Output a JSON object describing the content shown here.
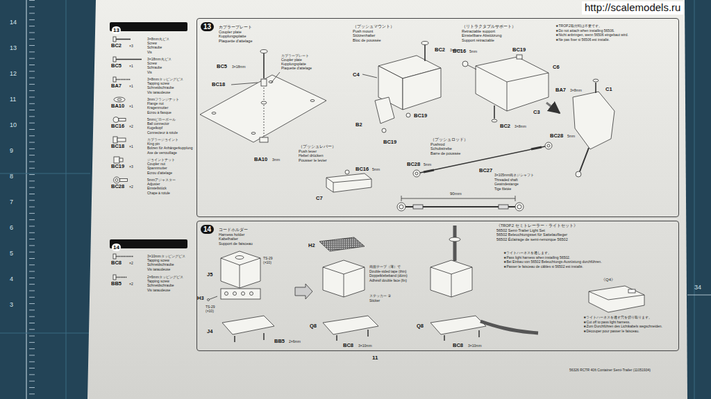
{
  "diagram": {
    "nodes": [
      {
        "text": [
          "13"
        ]
      },
      {
        "text": [
          "13"
        ]
      },
      {
        "text": [
          "14"
        ]
      },
      {
        "text": [
          "14"
        ]
      }
    ],
    "labels": [
      "http://scalemodels.ru",
      "14",
      "13",
      "12",
      "11",
      "10",
      "9",
      "8",
      "7",
      "6",
      "5",
      "4",
      "3",
      "34",
      "BC2",
      "×3",
      "3×8mm丸ビス",
      "Screw",
      "Schraube",
      "Vis",
      "BC5",
      "×1",
      "3×18mm丸ビス",
      "Screw",
      "Schraube",
      "Vis",
      "BA7",
      "×1",
      "3×8mmタッピングビス",
      "Tapping screw",
      "Schneidschraube",
      "Vis taraudeuse",
      "BA10",
      "×1",
      "3mmフランジナット",
      "Flange nut",
      "Kragenmutter",
      "Ecrou à flasque",
      "BC16",
      "×2",
      "5mmピローボール",
      "Ball connector",
      "Kugelkopf",
      "Connecteur à rotule",
      "BC18",
      "×1",
      "カプラージョイント",
      "King pin",
      "Bolzen für Anhängerkupplung",
      "Axe de verrouillage",
      "BC19",
      "×3",
      "ジョイントナット",
      "Coupler nut",
      "Spannmutter",
      "Ecrou d'attelage",
      "BC28",
      "×2",
      "5mmアジャスター",
      "Adjuster",
      "Einstellstück",
      "Chape à rotule",
      "カプラープレート",
      "Coupler plate",
      "Kupplungsplatte",
      "Plaquette d'attelage",
      "BC5",
      "3×18mm",
      "BC18",
      "カプラープレート",
      "Coupler plate",
      "Kupplungsplatte",
      "Plaquette d'attelage",
      "BA10",
      "3mm",
      "（プッシュマウント）",
      "Push mount",
      "Stützenhalter",
      "Bloc de poussée",
      "BC2",
      "3×8mm",
      "C4",
      "B2",
      "BC19",
      "BC19",
      "（リトラクタブルサポート）",
      "Retractable support",
      "Einstellbare Abstützung",
      "Support rétractable",
      "★TROP.2取付時は不要です。",
      "★Do not attach when installing 56506.",
      "★Nicht anbringen, wenn 56506 eingebaut wird.",
      "★Ne pas fixer si 56506 est installé.",
      "BC16",
      "5mm",
      "BC19",
      "C6",
      "C3",
      "BA7",
      "3×8mm",
      "C1",
      "BC2",
      "3×8mm",
      "BC28",
      "5mm",
      "（プッシュレバー）",
      "Push lever",
      "Hebel drücken",
      "Pousser le levier",
      "BC16",
      "5mm",
      "C7",
      "（プッシュロッド）",
      "Pushrod",
      "Schubstrebe",
      "Barre de poussée",
      "BC28",
      "5mm",
      "BC27",
      "3×105mm両ネジシャフト",
      "Threaded shaft",
      "Gewindestange",
      "Tige filetée",
      "90mm",
      "BC8",
      "×2",
      "3×10mmタッピングビス",
      "Tapping screw",
      "Schneidschraube",
      "Vis taraudeuse",
      "BB5",
      "×2",
      "2×6mmタッピングビス",
      "Tapping screw",
      "Schneidschraube",
      "Vis taraudeuse",
      "コードホルダー",
      "Harness holder",
      "Kabelhalter",
      "Support de faisceau",
      "TS-29",
      "(×10)",
      "J5",
      "H3",
      "TS-29",
      "(×10)",
      "J4",
      "BB5",
      "2×6mm",
      "H2",
      "両面テープ（薄）で",
      "Double-sided tape (thin)",
      "Doppelklebeband (dünn)",
      "Adhésif double face (fin)",
      "ステッカー ③",
      "Sticker",
      "Q8",
      "BC8",
      "3×10mm",
      "《TROP.2 セミトレーラー・ライトセット》",
      "56502 Semi-Trailer Light Set",
      "56502 Beleuchtungsset für Sattelauflieger",
      "56502 Éclairage de semi-remorque 56502",
      "★ライトハーネスを通します。",
      "★Pass light harness when installing 56502.",
      "★Bei Einbau von 56502 Beleuchtungs-Ausrüstung durchführen.",
      "★Passer le faisceau de câbles si 56502 est installé.",
      "Q8",
      "BC8",
      "3×10mm",
      "《Q4》",
      "★ライトハーネスを通す穴を切り取ります。",
      "★Cut off to pass light harness.",
      "★Zum Durchführen des Lichtkabels wegschneiden.",
      "★Découper pour passer le faisceau.",
      "11",
      "56326 RCTR 40ft Container Semi-Trailer (11051934)"
    ]
  }
}
